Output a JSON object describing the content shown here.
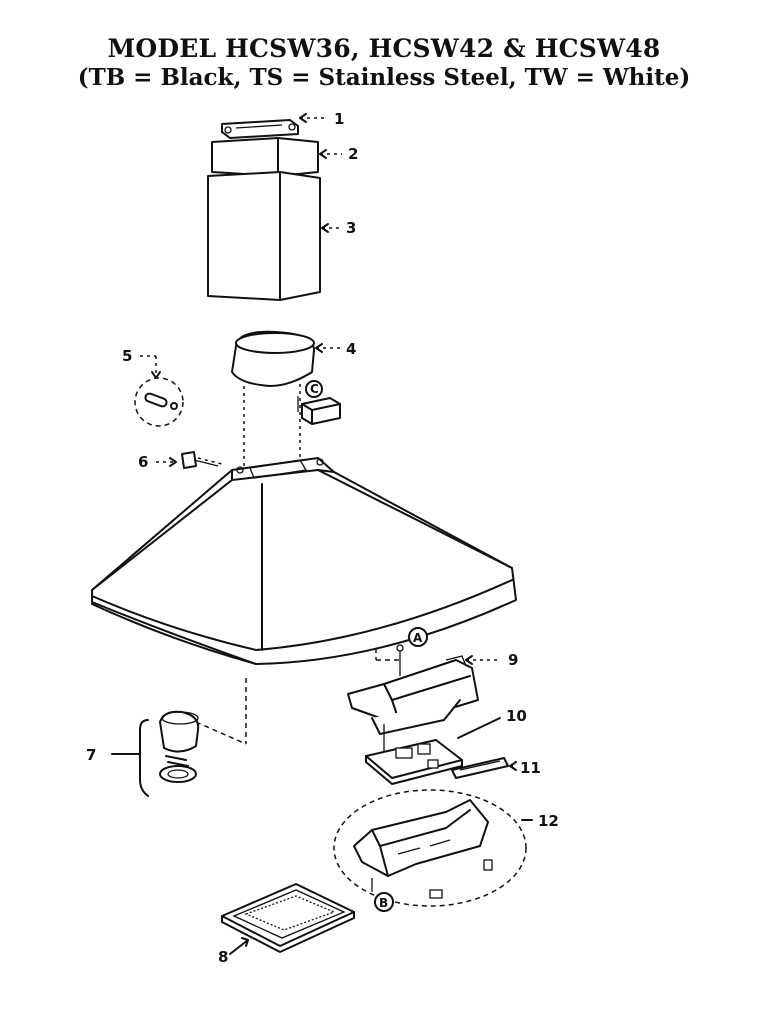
{
  "title_line1": "MODEL HCSW36, HCSW42 & HCSW48",
  "title_line2": "(TB = Black, TS = Stainless Steel, TW = White)",
  "callouts": [
    "1",
    "2",
    "3",
    "4",
    "5",
    "6",
    "7",
    "8",
    "9",
    "10",
    "11",
    "12"
  ],
  "connectors": [
    "A",
    "B",
    "C"
  ]
}
